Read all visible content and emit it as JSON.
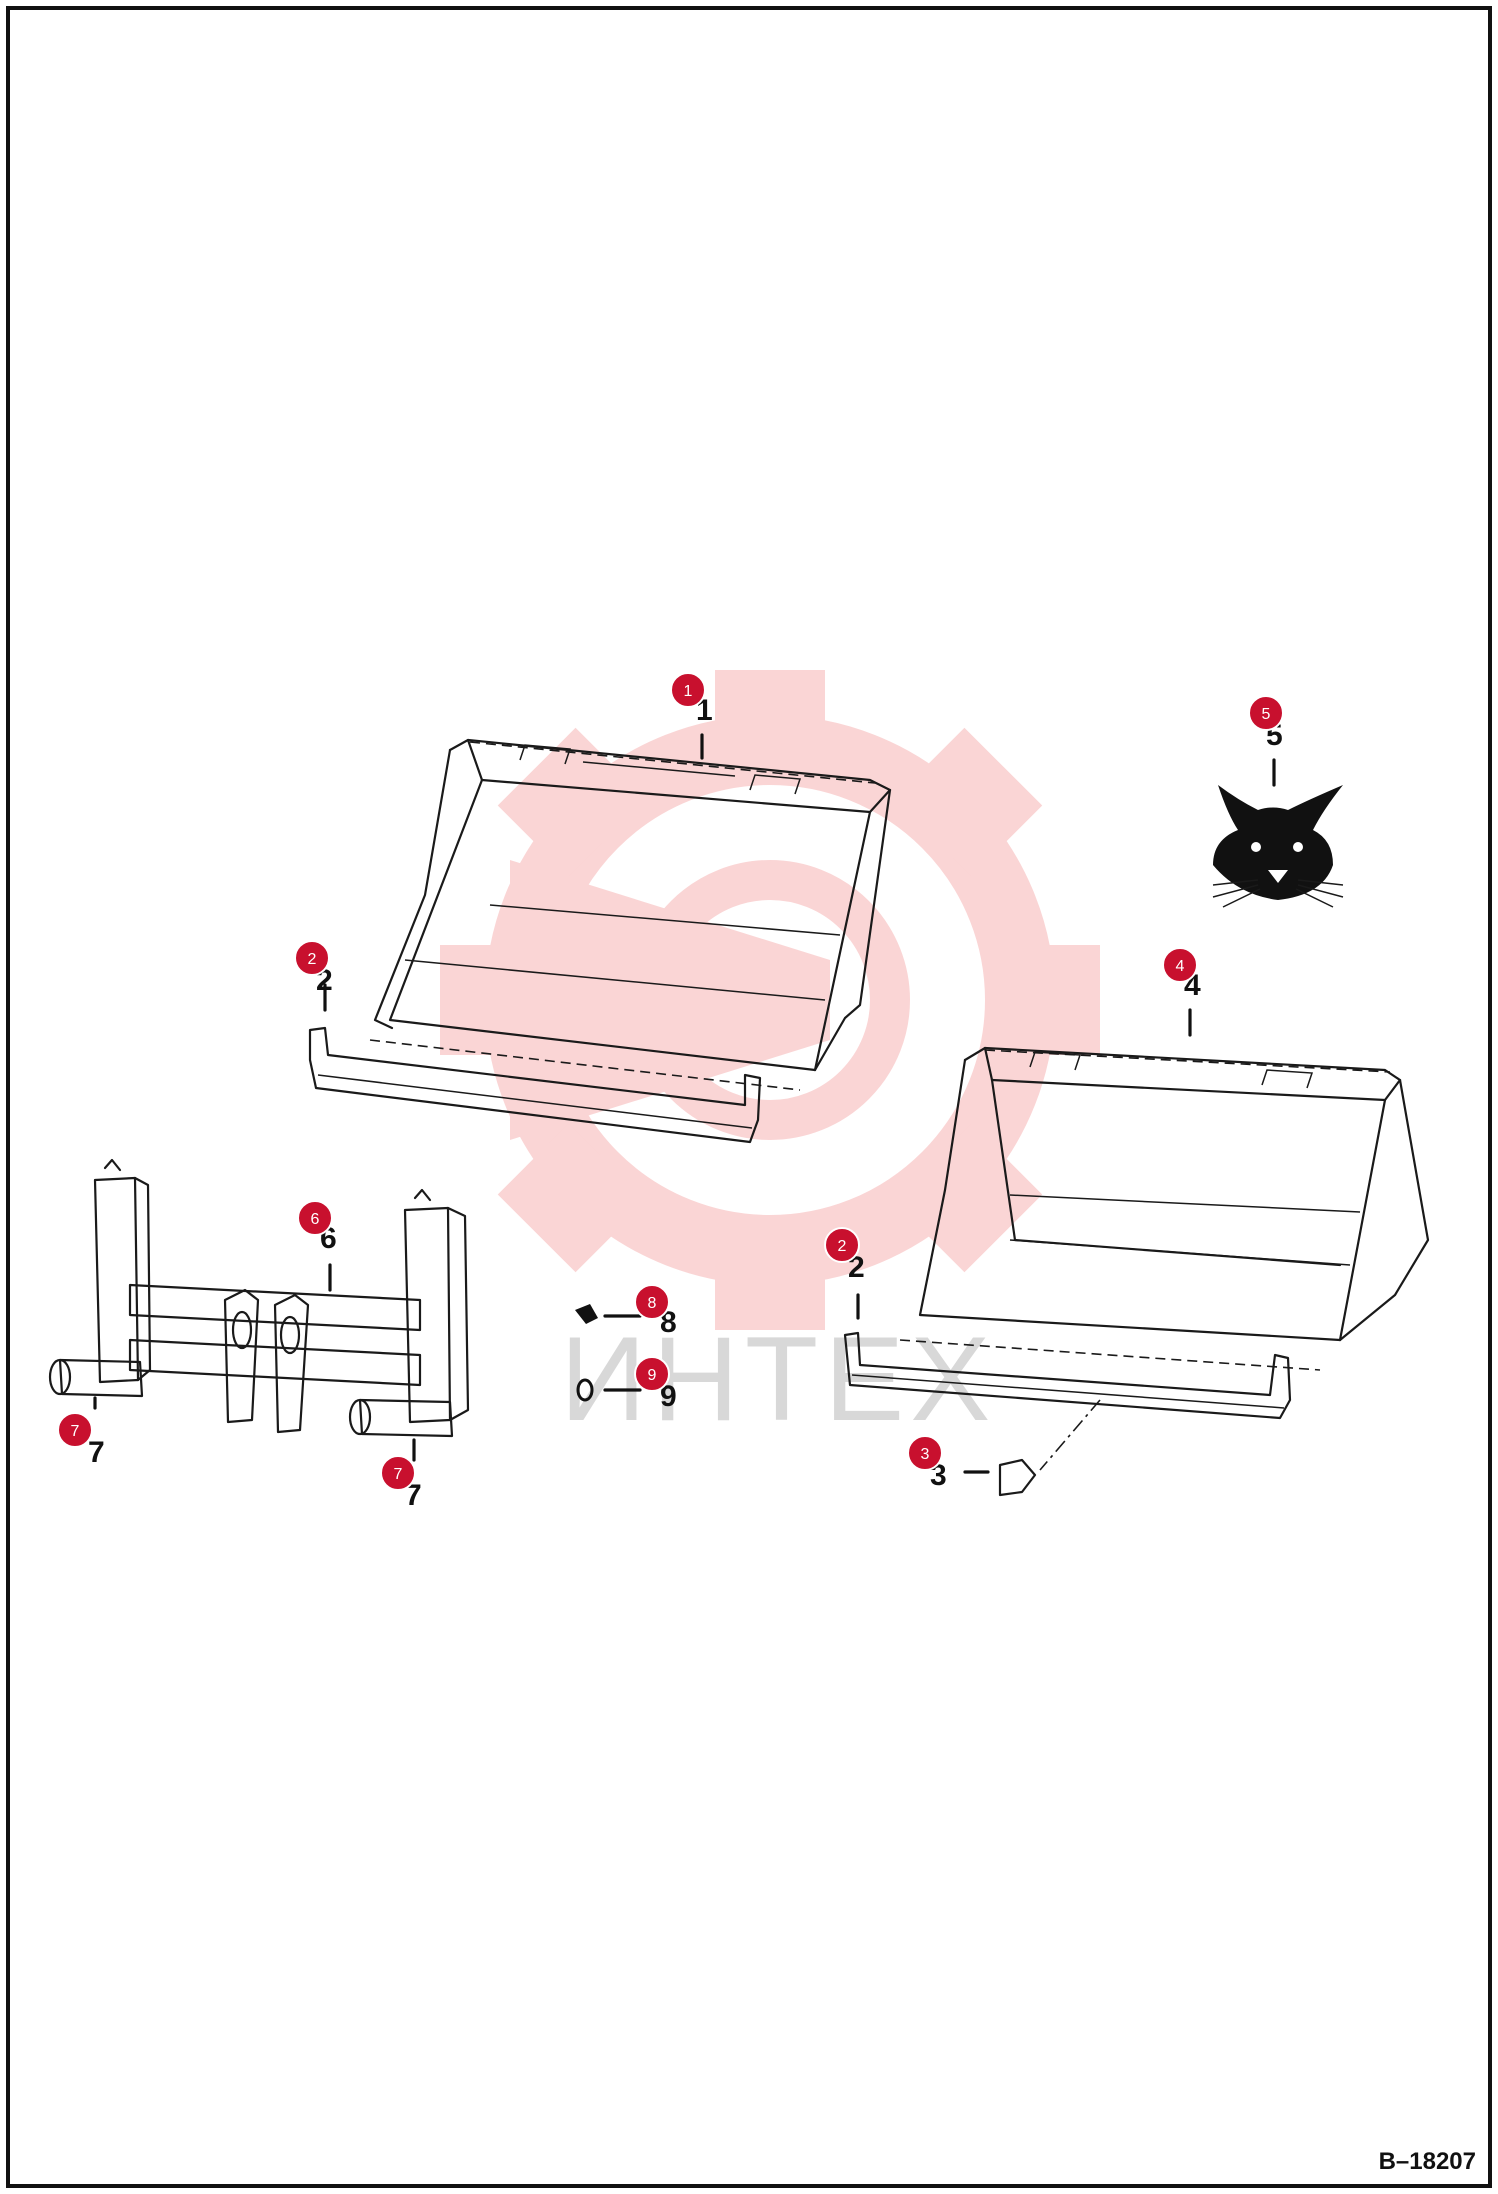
{
  "diagram": {
    "drawing_code": "B–18207",
    "watermark_text": "ИНТЕХ",
    "callouts": [
      {
        "id": "callout-1",
        "badge": "1",
        "label": "1"
      },
      {
        "id": "callout-2a",
        "badge": "2",
        "label": "2"
      },
      {
        "id": "callout-5",
        "badge": "5",
        "label": "5"
      },
      {
        "id": "callout-4",
        "badge": "4",
        "label": "4"
      },
      {
        "id": "callout-6",
        "badge": "6",
        "label": "6"
      },
      {
        "id": "callout-2b",
        "badge": "2",
        "label": "2"
      },
      {
        "id": "callout-8",
        "badge": "8",
        "label": "8"
      },
      {
        "id": "callout-9",
        "badge": "9",
        "label": "9"
      },
      {
        "id": "callout-7a",
        "badge": "7",
        "label": "7"
      },
      {
        "id": "callout-7b",
        "badge": "7",
        "label": "7"
      },
      {
        "id": "callout-3",
        "badge": "3",
        "label": "3"
      }
    ],
    "colors": {
      "badge": "#c8102e",
      "watermark": "#f5b8b8",
      "line": "#1a1a1a"
    }
  }
}
